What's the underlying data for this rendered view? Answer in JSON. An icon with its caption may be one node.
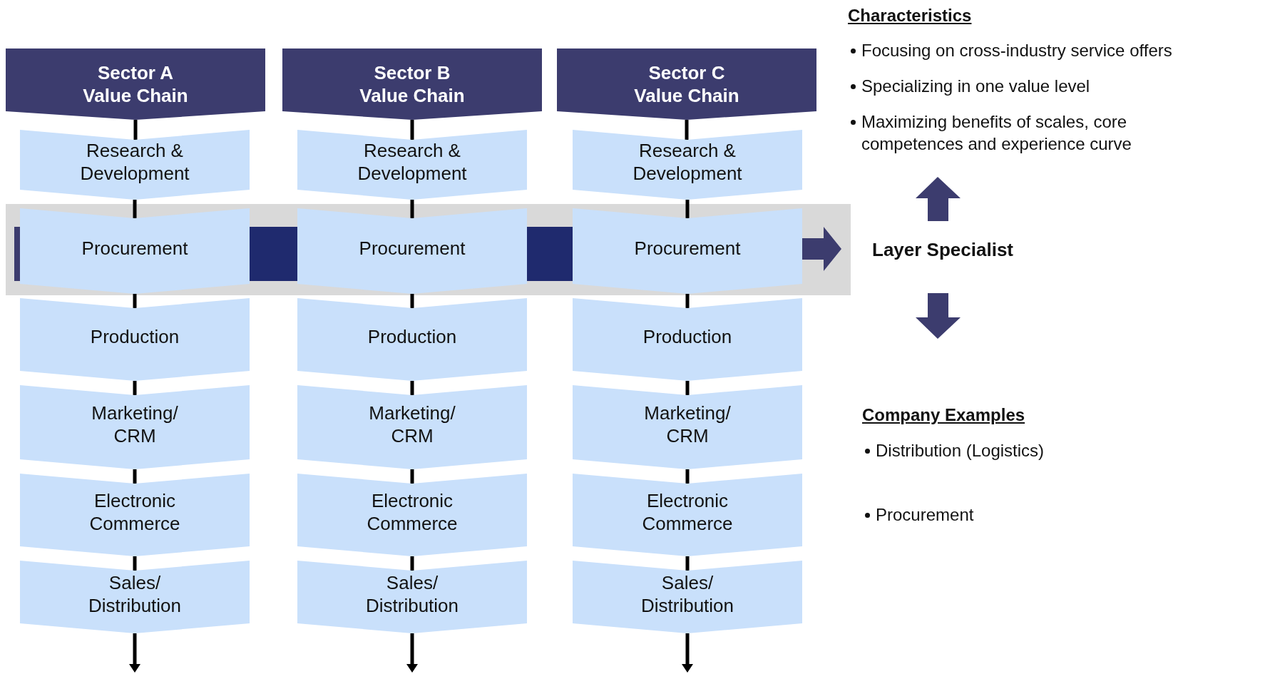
{
  "diagram": {
    "nodes": [
      {
        "text": [
          "Sector A Value Chain"
        ]
      },
      {
        "text": [
          "Research & Development"
        ]
      },
      {
        "text": [
          "Procurement"
        ]
      },
      {
        "text": [
          "Production"
        ]
      },
      {
        "text": [
          "Marketing/ CRM"
        ]
      },
      {
        "text": [
          "Electronic Commerce"
        ]
      },
      {
        "text": [
          "Sales/ Distribution"
        ]
      },
      {
        "text": [
          "Sector B Value Chain"
        ]
      },
      {
        "text": [
          "Research & Development"
        ]
      },
      {
        "text": [
          "Procurement"
        ]
      },
      {
        "text": [
          "Production"
        ]
      },
      {
        "text": [
          "Marketing/ CRM"
        ]
      },
      {
        "text": [
          "Electronic Commerce"
        ]
      },
      {
        "text": [
          "Sales/ Distribution"
        ]
      },
      {
        "text": [
          "Sector C Value Chain"
        ]
      },
      {
        "text": [
          "Research & Development"
        ]
      },
      {
        "text": [
          "Procurement"
        ]
      },
      {
        "text": [
          "Production"
        ]
      },
      {
        "text": [
          "Marketing/ CRM"
        ]
      },
      {
        "text": [
          "Electronic Commerce"
        ]
      },
      {
        "text": [
          "Sales/ Distribution"
        ]
      }
    ],
    "edges": [
      {
        "from": 0,
        "to": 1,
        "arrow": "none"
      },
      {
        "from": 1,
        "to": 2,
        "arrow": "none"
      },
      {
        "from": 2,
        "to": 3,
        "arrow": "none"
      },
      {
        "from": 3,
        "to": 4,
        "arrow": "none"
      },
      {
        "from": 4,
        "to": 5,
        "arrow": "none"
      },
      {
        "from": 5,
        "to": 6,
        "arrow": "none"
      },
      {
        "from": 6,
        "to": null,
        "arrow": "to"
      },
      {
        "from": 7,
        "to": 8,
        "arrow": "none"
      },
      {
        "from": 8,
        "to": 9,
        "arrow": "none"
      },
      {
        "from": 9,
        "to": 10,
        "arrow": "none"
      },
      {
        "from": 10,
        "to": 11,
        "arrow": "none"
      },
      {
        "from": 11,
        "to": 12,
        "arrow": "none"
      },
      {
        "from": 12,
        "to": 13,
        "arrow": "none"
      },
      {
        "from": 13,
        "to": null,
        "arrow": "to"
      },
      {
        "from": 14,
        "to": 15,
        "arrow": "none"
      },
      {
        "from": 15,
        "to": 16,
        "arrow": "none"
      },
      {
        "from": 16,
        "to": 17,
        "arrow": "none"
      },
      {
        "from": 17,
        "to": 18,
        "arrow": "none"
      },
      {
        "from": 18,
        "to": 19,
        "arrow": "none"
      },
      {
        "from": 19,
        "to": 20,
        "arrow": "none"
      },
      {
        "from": 20,
        "to": null,
        "arrow": "to"
      },
      {
        "from": null,
        "to": 2,
        "arrow": "none",
        "style": "thick",
        "color": "#3c3c6e"
      },
      {
        "from": 2,
        "to": 9,
        "arrow": "none",
        "style": "thick",
        "color": "#1f2a6e"
      },
      {
        "from": 9,
        "to": 16,
        "arrow": "none",
        "style": "thick",
        "color": "#1f2a6e"
      }
    ],
    "labels": [
      "Characteristics",
      "Focusing on cross-industry service offers",
      "Specializing in one value level",
      "Maximizing benefits of scales, core competences and experience curve",
      "Layer Specialist",
      "Company Examples",
      "Distribution (Logistics)",
      "Procurement"
    ]
  }
}
